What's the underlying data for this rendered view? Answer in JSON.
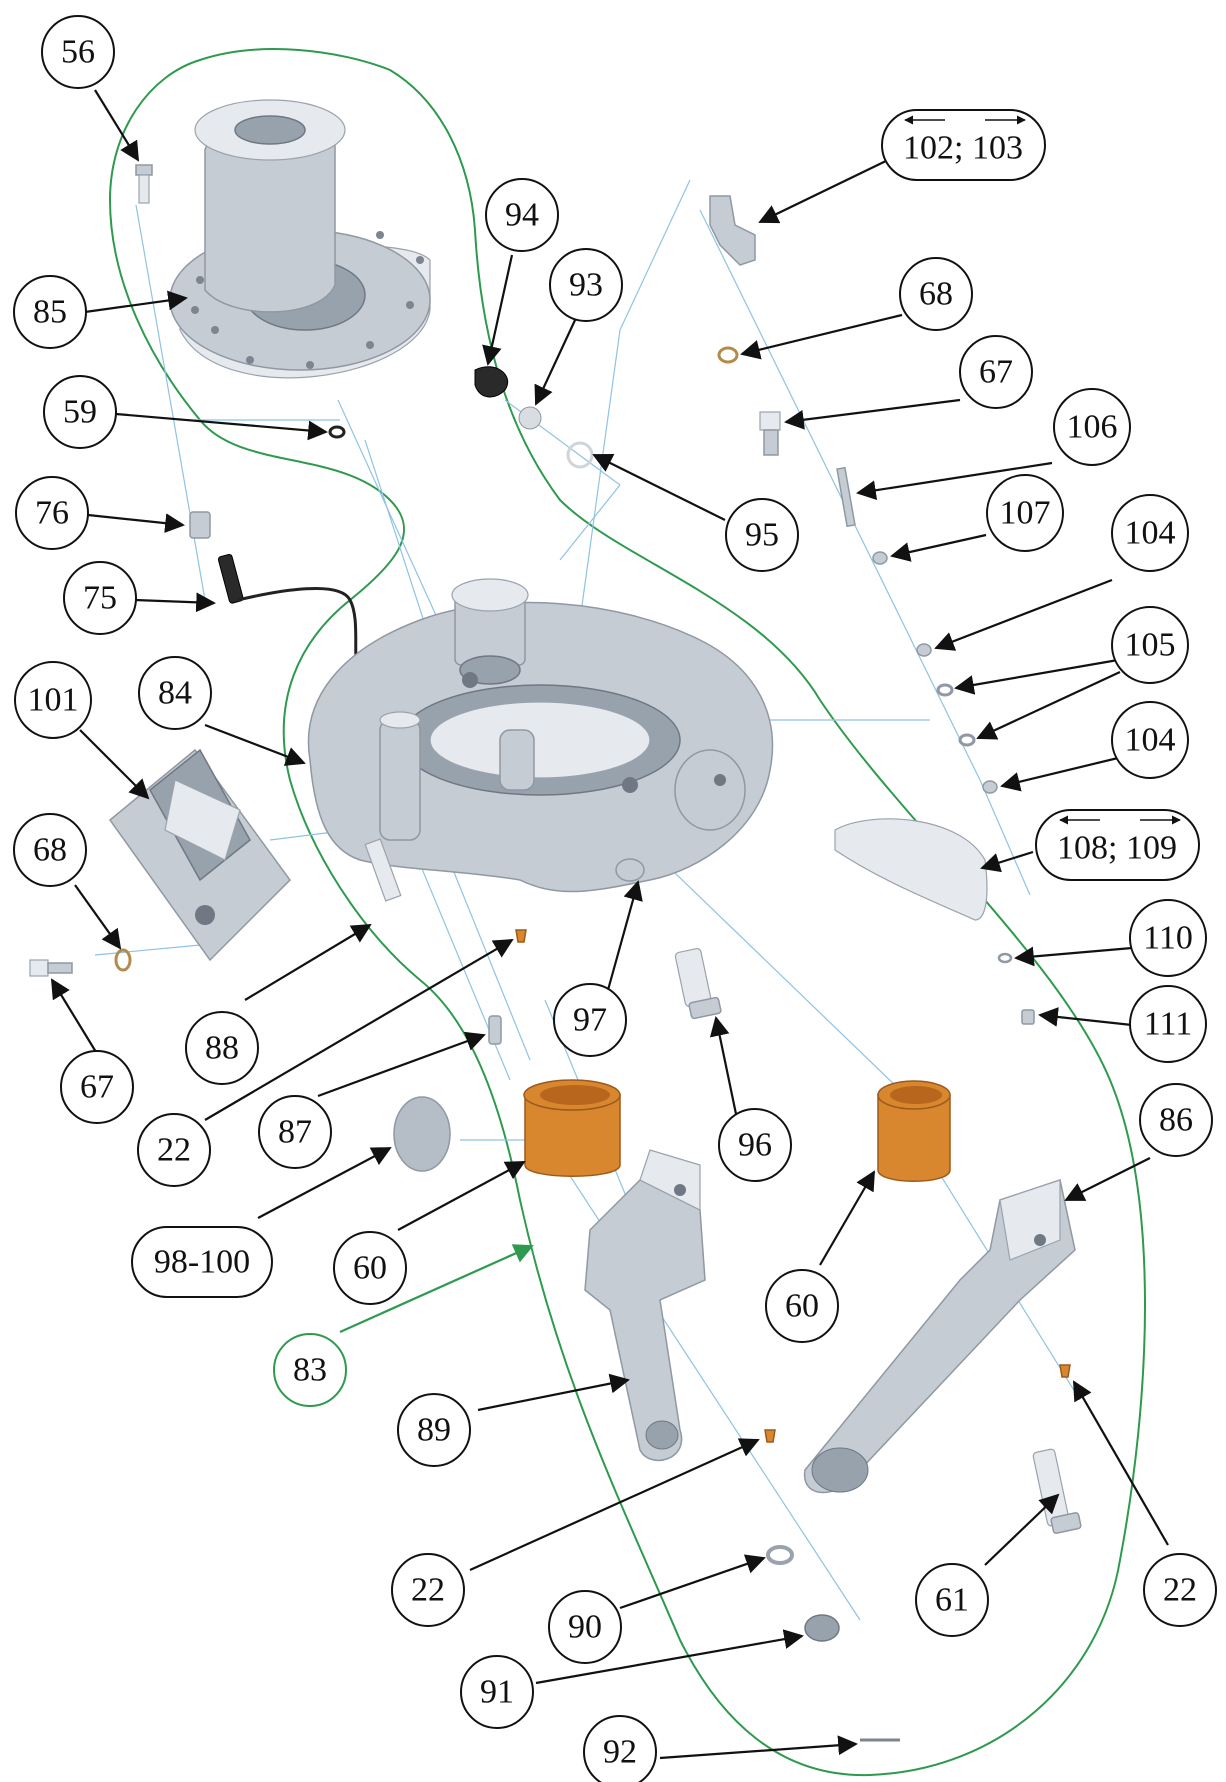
{
  "callouts": [
    {
      "id": "c56",
      "label": "56"
    },
    {
      "id": "c85",
      "label": "85"
    },
    {
      "id": "c59",
      "label": "59"
    },
    {
      "id": "c76",
      "label": "76"
    },
    {
      "id": "c75",
      "label": "75"
    },
    {
      "id": "c101",
      "label": "101"
    },
    {
      "id": "c84",
      "label": "84"
    },
    {
      "id": "c68a",
      "label": "68"
    },
    {
      "id": "c67a",
      "label": "67"
    },
    {
      "id": "c88",
      "label": "88"
    },
    {
      "id": "c22a",
      "label": "22"
    },
    {
      "id": "c87",
      "label": "87"
    },
    {
      "id": "c98",
      "label": "98-100"
    },
    {
      "id": "c60a",
      "label": "60"
    },
    {
      "id": "c83",
      "label": "83"
    },
    {
      "id": "c89",
      "label": "89"
    },
    {
      "id": "c22b",
      "label": "22"
    },
    {
      "id": "c90",
      "label": "90"
    },
    {
      "id": "c91",
      "label": "91"
    },
    {
      "id": "c92",
      "label": "92"
    },
    {
      "id": "c94",
      "label": "94"
    },
    {
      "id": "c93",
      "label": "93"
    },
    {
      "id": "c95",
      "label": "95"
    },
    {
      "id": "c97",
      "label": "97"
    },
    {
      "id": "c96",
      "label": "96"
    },
    {
      "id": "c60b",
      "label": "60"
    },
    {
      "id": "c86",
      "label": "86"
    },
    {
      "id": "c61",
      "label": "61"
    },
    {
      "id": "c22c",
      "label": "22"
    },
    {
      "id": "c102",
      "label": "102; 103"
    },
    {
      "id": "c68b",
      "label": "68"
    },
    {
      "id": "c67b",
      "label": "67"
    },
    {
      "id": "c106",
      "label": "106"
    },
    {
      "id": "c107",
      "label": "107"
    },
    {
      "id": "c104a",
      "label": "104"
    },
    {
      "id": "c105",
      "label": "105"
    },
    {
      "id": "c104b",
      "label": "104"
    },
    {
      "id": "c108",
      "label": "108; 109"
    },
    {
      "id": "c110",
      "label": "110"
    },
    {
      "id": "c111",
      "label": "111"
    }
  ],
  "colors": {
    "assembly_outline": "#2e9a4e",
    "guide_lines": "#8fc3e4",
    "bronze_bushing": "#d8872f",
    "metal": "#c6ccd3"
  }
}
